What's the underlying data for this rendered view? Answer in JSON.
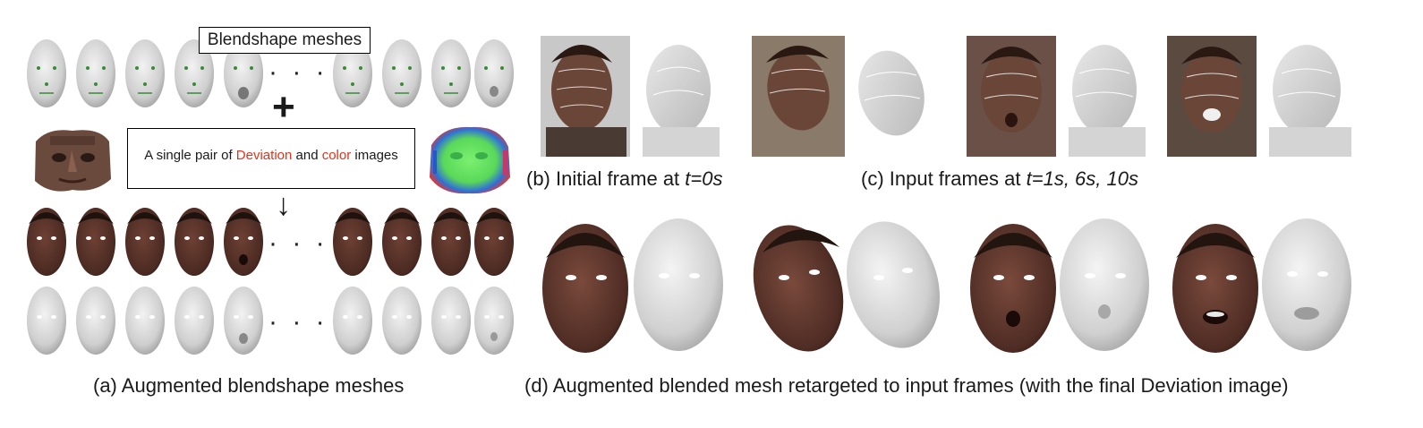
{
  "panel_a": {
    "box_title": "Blendshape meshes",
    "plus": "+",
    "pair_text_prefix": "A single pair of ",
    "pair_word_1": "Deviation",
    "pair_text_mid": " and ",
    "pair_word_2": "color",
    "pair_text_suffix": " images",
    "arrow": "↓",
    "ellipsis": "· · ·",
    "caption": "(a) Augmented blendshape meshes"
  },
  "panel_b": {
    "caption_prefix": "(b) Initial frame at ",
    "caption_time": "t=0s"
  },
  "panel_c": {
    "caption_prefix": "(c) Input frames at ",
    "caption_times": "t=1s, 6s, 10s"
  },
  "panel_d": {
    "caption": "(d) Augmented blended mesh retargeted to input frames (with the final Deviation image)"
  },
  "colors": {
    "highlight": "#e0341c",
    "skin": "#4a2a22",
    "mesh": "#c8c8c8"
  }
}
